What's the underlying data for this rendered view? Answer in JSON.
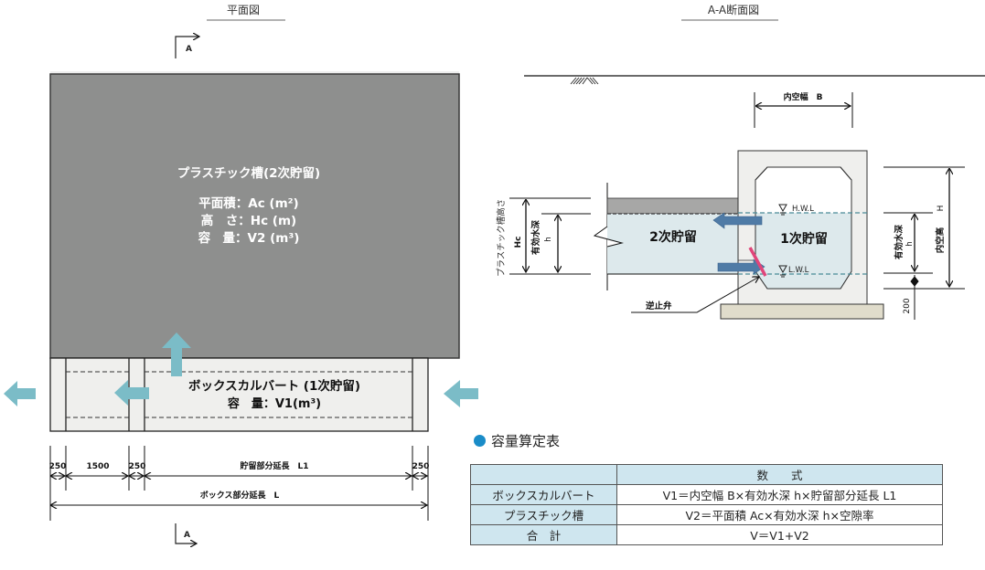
{
  "plan_view": {
    "title": "平面図",
    "section_marker_top": "A",
    "section_marker_bottom": "A",
    "plastic_tank": {
      "title": "プラスチック槽(2次貯留)",
      "area": "平面積：Ac (m²)",
      "height": "高　さ：Hc (m)",
      "capacity": "容　量：V2 (m³)"
    },
    "box_culvert": {
      "title": "ボックスカルバート (1次貯留)",
      "capacity": "容　量：V1(m³)"
    },
    "dimensions": {
      "d1": "250",
      "d2": "1500",
      "d3": "250",
      "storage_length": "貯留部分延長　L1",
      "d4": "250",
      "box_length": "ボックス部分延長　L"
    }
  },
  "section_view": {
    "title": "A-A断面図",
    "inner_width": "内空幅　B",
    "secondary_storage": "2次貯留",
    "primary_storage": "1次貯留",
    "hwl": "H.W.L",
    "lwl": "L.W.L",
    "check_valve": "逆止弁",
    "tank_height_label": "プラスチック槽高さ",
    "tank_height_symbol": "Hc",
    "effective_depth_label": "有効水深",
    "effective_depth_symbol": "h",
    "inner_height_label": "内空高",
    "inner_height_symbol": "H",
    "bottom_offset": "200"
  },
  "capacity_table": {
    "title": "容量算定表",
    "header": [
      "",
      "数　　式"
    ],
    "rows": [
      {
        "name": "ボックスカルバート",
        "formula": "V1＝内空幅 B×有効水深 h×貯留部分延長 L1"
      },
      {
        "name": "プラスチック槽",
        "formula": "V2＝平面積 Ac×有効水深 h×空隙率"
      },
      {
        "name": "合　計",
        "formula": "V＝V1+V2"
      }
    ]
  },
  "colors": {
    "tank_gray": "#8e8f8e",
    "culvert_fill": "#efefed",
    "flow_arrow_teal": "#7bbcc7",
    "water_fill": "#dde9ec",
    "flow_arrow_blue": "#4f7ba6",
    "valve_pink": "#e0457a",
    "base_fill": "#e0dccb",
    "table_header": "#cfe6ef",
    "bullet_blue": "#1a8cc8"
  }
}
